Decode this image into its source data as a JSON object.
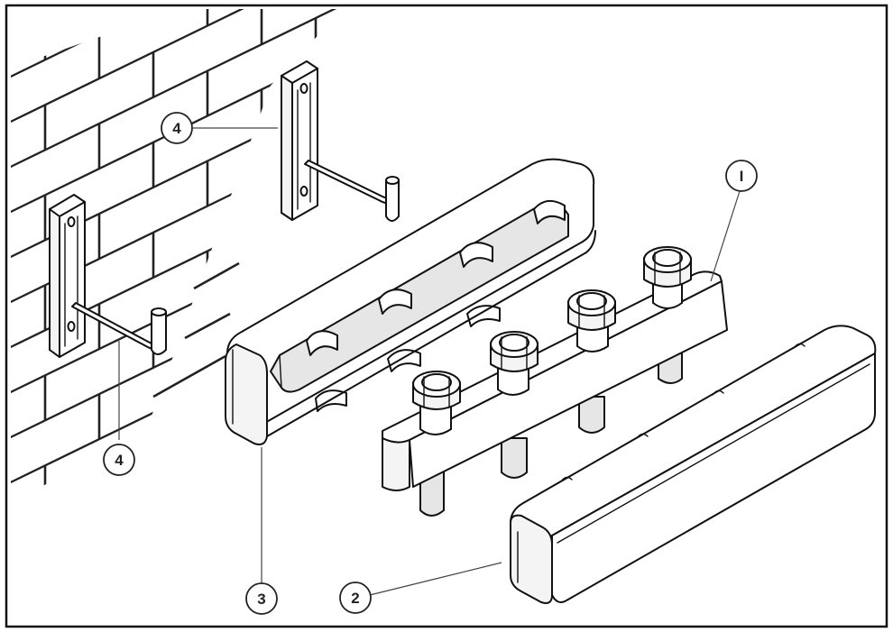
{
  "callouts": [
    {
      "id": "fitting-bar",
      "label": "I"
    },
    {
      "id": "front-insulation-shell",
      "label": "2"
    },
    {
      "id": "rear-insulation-shell",
      "label": "3"
    },
    {
      "id": "upper-wall-bracket",
      "label": "4"
    },
    {
      "id": "lower-wall-bracket",
      "label": "4"
    }
  ],
  "colors": {
    "line": "#111111",
    "frame": "#111111",
    "background": "#ffffff"
  }
}
